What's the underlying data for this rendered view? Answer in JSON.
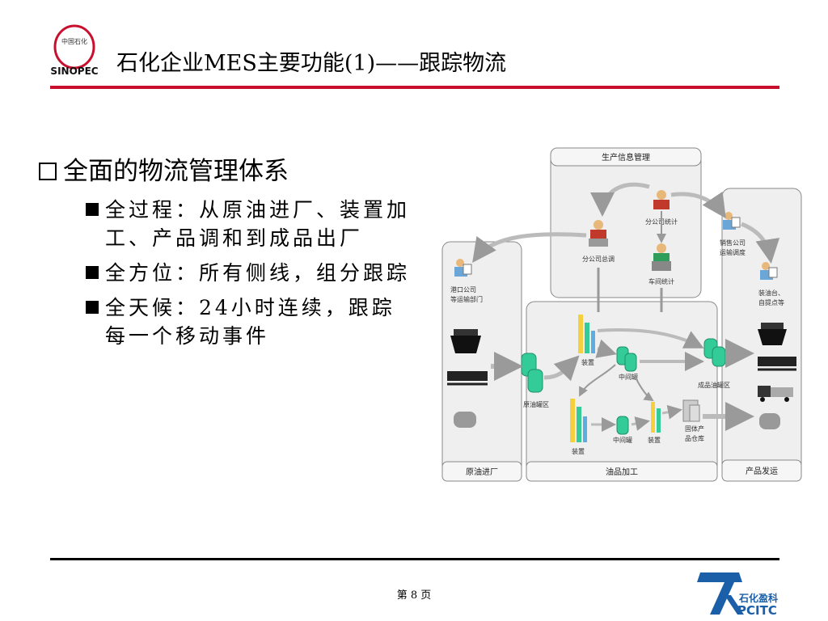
{
  "header": {
    "title": "石化企业MES主要功能(1)——跟踪物流",
    "logo_text": "中国石化",
    "logo_mark": "SINOPEC"
  },
  "main": {
    "heading": "全面的物流管理体系",
    "bullets": [
      "全过程：从原油进厂、装置加工、产品调和到成品出厂",
      "全方位：所有侧线，组分跟踪",
      "全天候：24小时连续，跟踪每一个移动事件"
    ]
  },
  "diagram": {
    "sections": {
      "top": "生产信息管理",
      "left": "原油进厂",
      "middle": "油品加工",
      "right": "产品发运"
    },
    "nodes": {
      "branch_stats": "分公司统计",
      "branch_dispatch": "分公司总调",
      "workshop_stats": "车间统计",
      "sales_line1": "销售公司",
      "sales_line2": "运输调度",
      "port_line1": "港口公司",
      "port_line2": "等运输部门",
      "loading_line1": "装油台、",
      "loading_line2": "自提点等",
      "crude_tank": "原油罐区",
      "unit1": "装置",
      "mid_tank1": "中间罐",
      "product_tank": "成品油罐区",
      "unit2": "装置",
      "mid_tank2": "中间罐",
      "unit3": "装置",
      "solid_line1": "固体产",
      "solid_line2": "品仓库"
    },
    "colors": {
      "tank": "#33cc99",
      "arrow": "#bfbfbf",
      "panel": "#e6e6e6"
    }
  },
  "footer": {
    "page": "第 8 页",
    "brand_cn": "石化盈科",
    "brand_en": "PCITC"
  },
  "colors": {
    "accent_red": "#c8102e",
    "brand_blue": "#1b5fa8"
  }
}
